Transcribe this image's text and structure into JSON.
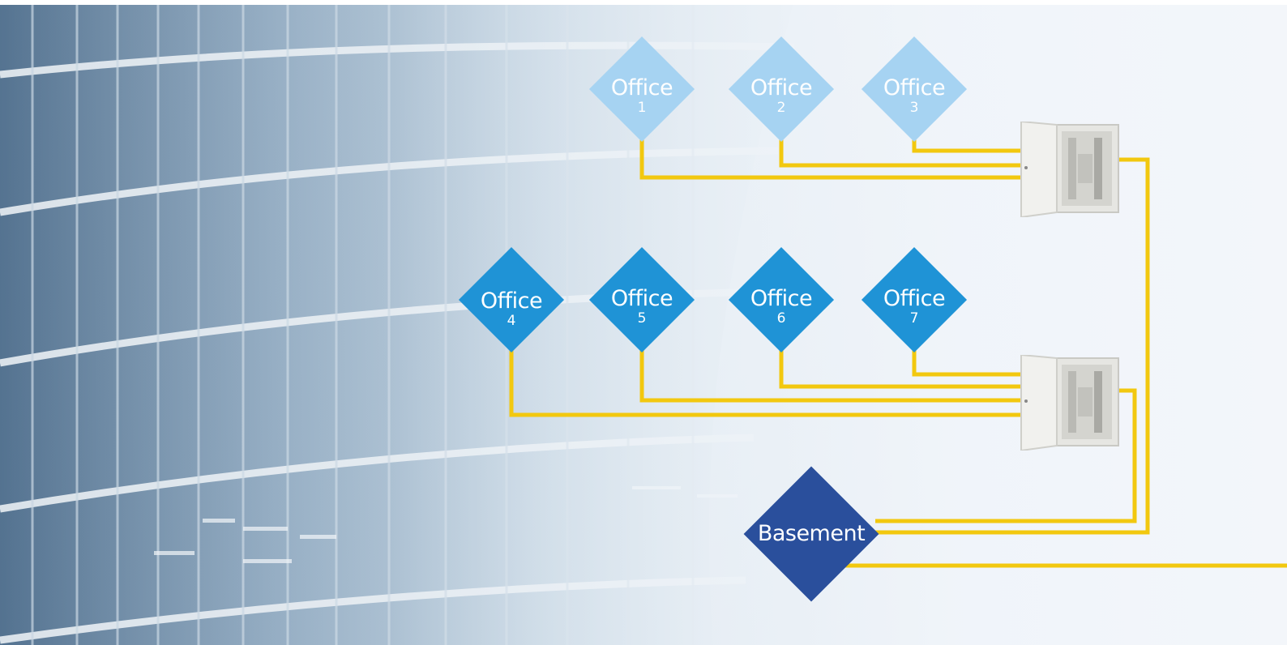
{
  "diagram": {
    "offices": [
      {
        "label": "Office",
        "number": "1",
        "tier": "upper"
      },
      {
        "label": "Office",
        "number": "2",
        "tier": "upper"
      },
      {
        "label": "Office",
        "number": "3",
        "tier": "upper"
      },
      {
        "label": "Office",
        "number": "4",
        "tier": "lower"
      },
      {
        "label": "Office",
        "number": "5",
        "tier": "lower"
      },
      {
        "label": "Office",
        "number": "6",
        "tier": "lower"
      },
      {
        "label": "Office",
        "number": "7",
        "tier": "lower"
      }
    ],
    "basement": {
      "label": "Basement"
    },
    "panels": [
      "upper-floor-panel",
      "lower-floor-panel"
    ],
    "colors": {
      "upper_node": "#a6d3f2",
      "lower_node": "#1f93d6",
      "basement_node": "#2a4f9c",
      "wire": "#f2c80f",
      "text": "#ffffff"
    },
    "background": "office-building-glass-facade-photo"
  }
}
